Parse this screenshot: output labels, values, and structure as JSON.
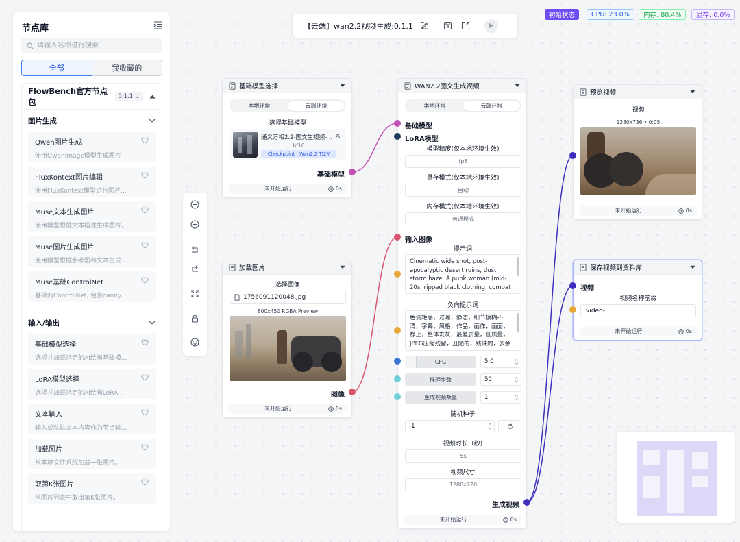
{
  "sidebar": {
    "title": "节点库",
    "search_placeholder": "请输入名称进行搜索",
    "tabs": [
      "全部",
      "我收藏的"
    ],
    "package": {
      "name": "FlowBench官方节点包",
      "version": "0.1.1"
    },
    "categories": [
      {
        "name": "图片生成",
        "items": [
          {
            "name": "Qwen图片生成",
            "desc": "使用QwenImage模型生成图片"
          },
          {
            "name": "FluxKontext图片编辑",
            "desc": "使用FluxKontext模型进行图片..."
          },
          {
            "name": "Muse文本生成图片",
            "desc": "使用模型根据文本描述生成图片。"
          },
          {
            "name": "Muse图片生成图片",
            "desc": "使用模型根据参考图和文本生成..."
          },
          {
            "name": "Muse基础ControlNet",
            "desc": "基础的ControlNet, 包含canny..."
          }
        ]
      },
      {
        "name": "输入/输出",
        "items": [
          {
            "name": "基础模型选择",
            "desc": "选择并加载指定的AI绘画基础模..."
          },
          {
            "name": "LoRA模型选择",
            "desc": "选择并加载指定的AI绘画LoRA..."
          },
          {
            "name": "文本输入",
            "desc": "输入或粘贴文本内容作为节点输..."
          },
          {
            "name": "加载图片",
            "desc": "从本地文件系统加载一张图片。"
          },
          {
            "name": "取第K张图片",
            "desc": "从图片列表中取出第K张图片。"
          }
        ]
      }
    ]
  },
  "topbar": {
    "title": "【云端】wan2.2视频生成:0.1.1"
  },
  "status": {
    "state": "初始状态",
    "cpu": "CPU: 23.0%",
    "memory": "内存: 80.4%",
    "vram": "显存: 0.0%"
  },
  "common": {
    "not_started": "未开始运行",
    "time": "0s",
    "env_local": "本地环境",
    "env_cloud": "云端环境"
  },
  "node_model": {
    "title": "基础模型选择",
    "select_label": "选择基础模型",
    "model_name": "通义万相2.2-图文生视频-...",
    "model_precision": "bf16",
    "model_tag": "Checkpoint | Wan2.2 TI2V",
    "output_label": "基础模型"
  },
  "node_image": {
    "title": "加载图片",
    "select_label": "选择图像",
    "file_name": "1756091120048.jpg",
    "preview_info": "800x450 RGBA Preview",
    "output_label": "图像"
  },
  "node_wan": {
    "title": "WAN2.2图文生成视频",
    "input_model": "基础模型",
    "input_lora": "LoRA模型",
    "precision_label": "模型精度(仅本地环境生效)",
    "precision_value": "fp8",
    "vram_label": "显存模式(仅本地环境生效)",
    "vram_value": "自动",
    "mem_label": "内存模式(仅本地环境生效)",
    "mem_value": "普通模式",
    "input_image": "输入图像",
    "prompt_label": "提示词",
    "prompt_text": "Cinematic wide shot, post-apocalyptic desert ruins, dust storm haze. A punk woman (mid-20s, ripped black clothing, combat boots, goggles",
    "neg_label": "负向提示词",
    "neg_text": "色调艳丽，过曝，静态，细节模糊不清，字幕，风格，作品，画作，画面，静止，整体发灰，最差质量，低质量，JPEG压缩残留，丑陋的，残缺的，多余",
    "cfg_label": "CFG",
    "cfg_value": "5.0",
    "steps_label": "推理步数",
    "steps_value": "50",
    "count_label": "生成视频数量",
    "count_value": "1",
    "seed_label": "随机种子",
    "seed_value": "-1",
    "duration_label": "视频时长（秒)",
    "duration_value": "5s",
    "size_label": "视频尺寸",
    "size_value": "1280x720",
    "output_label": "生成视频"
  },
  "node_preview": {
    "title": "预览视频",
    "label": "视频",
    "info": "1280x736 • 0:05"
  },
  "node_save": {
    "title": "保存视频到资料库",
    "input_label": "视频",
    "prefix_label": "视频名称前缀",
    "prefix_value": "video-"
  },
  "colors": {
    "accent": "#6d4df2",
    "model_port": "#c150b4",
    "image_port": "#d9546c",
    "video_port": "#3f2fbf",
    "lora_port": "#1f3b5c",
    "text_port": "#e8a838",
    "float_port": "#3b74d1",
    "int_port": "#6fd0d8"
  }
}
